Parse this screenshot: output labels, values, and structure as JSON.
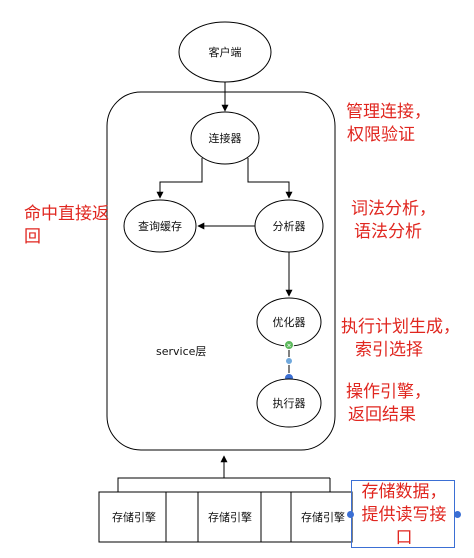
{
  "nodes": {
    "client": "客户端",
    "connector": "连接器",
    "cache": "查询缓存",
    "analyzer": "分析器",
    "optimizer": "优化器",
    "executor": "执行器",
    "engines": [
      "存储引擎",
      "存储引擎",
      "存储引擎"
    ]
  },
  "service_label": "service层",
  "annotations": {
    "connector_note": [
      "管理连接，",
      "权限验证"
    ],
    "cache_note": [
      "命中直接返",
      "回"
    ],
    "analyzer_note": [
      "词法分析，",
      "语法分析"
    ],
    "optimizer_note": [
      "执行计划生成，",
      "索引选择"
    ],
    "executor_note": [
      "操作引擎，",
      "返回结果"
    ],
    "engine_note": [
      "存储数据，",
      "提供读写接",
      "口"
    ]
  },
  "colors": {
    "annotation_text": "#e0261f",
    "selection": "#3b6fd4",
    "stroke": "#000000"
  }
}
